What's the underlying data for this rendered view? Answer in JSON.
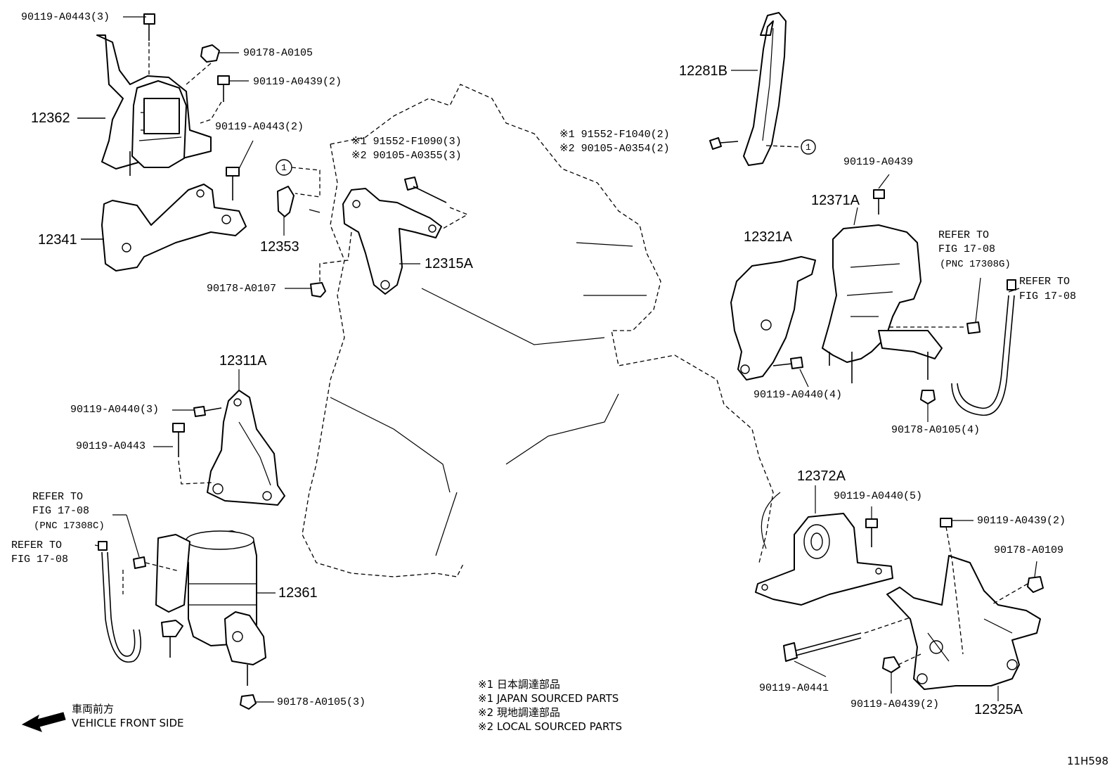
{
  "labels": {
    "b_90119_A0443_3": "90119-A0443(3)",
    "n_90178_A0105": "90178-A0105",
    "b_90119_A0439_2_top": "90119-A0439(2)",
    "b_90119_A0443_2": "90119-A0443(2)",
    "p_12362": "12362",
    "p_12341": "12341",
    "ref_1_left": "1",
    "p_12353": "12353",
    "note_91552_F1090": "※1 91552-F1090(3)",
    "note_90105_A0355": "※2 90105-A0355(3)",
    "p_12315A": "12315A",
    "n_90178_A0107": "90178-A0107",
    "p_12281B": "12281B",
    "note_91552_F1040": "※1 91552-F1040(2)",
    "note_90105_A0354": "※2 90105-A0354(2)",
    "ref_1_right": "1",
    "b_90119_A0439_right": "90119-A0439",
    "p_12371A": "12371A",
    "p_12321A": "12321A",
    "refer_right_1a": "REFER TO",
    "refer_right_1b": "FIG 17-08",
    "refer_right_1c": "(PNC 17308G)",
    "refer_right_2a": "REFER TO",
    "refer_right_2b": "FIG 17-08",
    "b_90119_A0440_4": "90119-A0440(4)",
    "n_90178_A0105_4": "90178-A0105(4)",
    "p_12311A": "12311A",
    "b_90119_A0440_3": "90119-A0440(3)",
    "b_90119_A0443": "90119-A0443",
    "refer_left_1a": "REFER TO",
    "refer_left_1b": "FIG 17-08",
    "refer_left_1c": "(PNC 17308C)",
    "refer_left_2a": "REFER TO",
    "refer_left_2b": "FIG 17-08",
    "p_12361": "12361",
    "n_90178_A0105_3": "90178-A0105(3)",
    "p_12372A": "12372A",
    "b_90119_A0440_5": "90119-A0440(5)",
    "b_90119_A0439_2_r": "90119-A0439(2)",
    "n_90178_A0109": "90178-A0109",
    "b_90119_A0441": "90119-A0441",
    "b_90119_A0439_2_b": "90119-A0439(2)",
    "p_12325A": "12325A",
    "legend_1_jp": "※1  日本調達部品",
    "legend_1_en": "※1  JAPAN SOURCED PARTS",
    "legend_2_jp": "※2  現地調達部品",
    "legend_2_en": "※2  LOCAL SOURCED PARTS",
    "front_jp": "車両前方",
    "front_en": "VEHICLE FRONT SIDE",
    "figure_code": "11H598"
  },
  "icons": {
    "front_arrow": "arrow-left-icon"
  }
}
